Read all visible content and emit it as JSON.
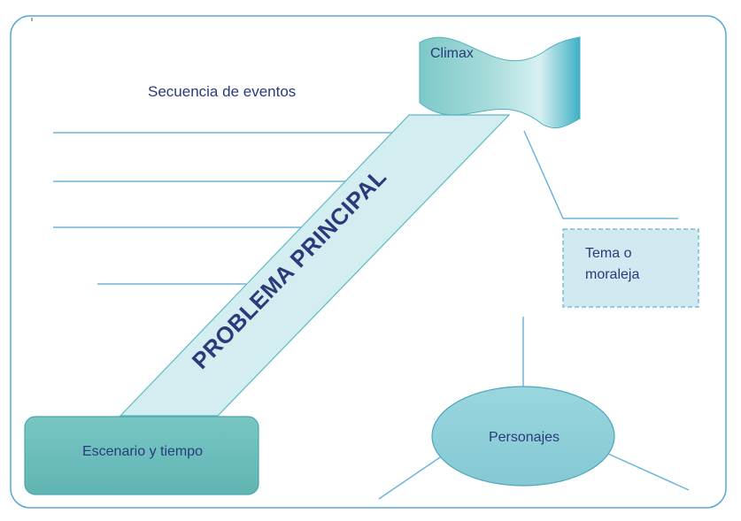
{
  "climax": "Climax",
  "sequence_label": "Secuencia de eventos",
  "main_problem": "PROBLEMA PRINCIPAL",
  "theme": {
    "line1": "Tema o",
    "line2": "moraleja"
  },
  "setting": "Escenario y tiempo",
  "characters": "Personajes",
  "colors": {
    "frame": "#5aa7d6",
    "line": "#6db4dc",
    "text": "#2b3a7a",
    "banner_fill": "#d4edf0",
    "setting_fill": "#6cbfbd",
    "oval_fill": "#8ecfd8",
    "theme_fill": "#d1e9f0"
  }
}
